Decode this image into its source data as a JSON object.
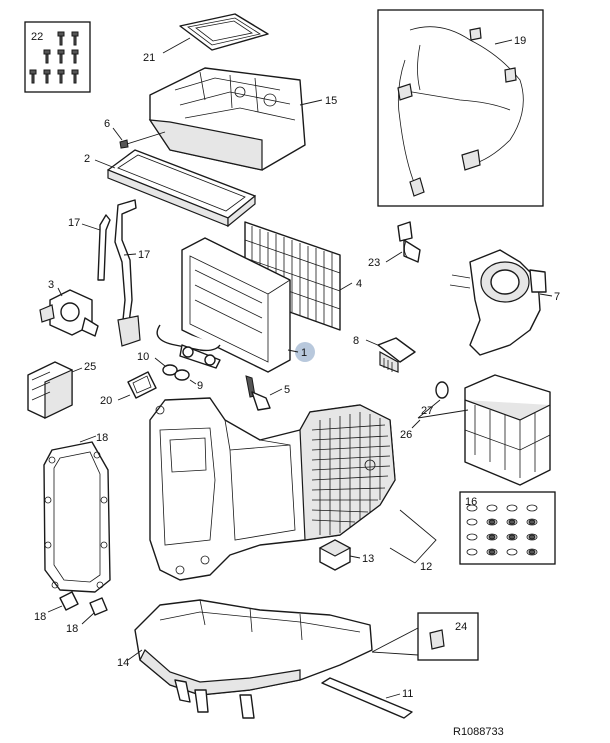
{
  "reference_code": "R1088733",
  "callouts": {
    "c1": "1",
    "c2": "2",
    "c3": "3",
    "c4": "4",
    "c5": "5",
    "c6": "6",
    "c7": "7",
    "c8": "8",
    "c9": "9",
    "c10": "10",
    "c11": "11",
    "c12": "12",
    "c13": "13",
    "c14": "14",
    "c15": "15",
    "c16": "16",
    "c17a": "17",
    "c17b": "17",
    "c18a": "18",
    "c18b": "18",
    "c18c": "18",
    "c19": "19",
    "c20": "20",
    "c21": "21",
    "c22": "22",
    "c23": "23",
    "c24": "24",
    "c25": "25",
    "c26": "26",
    "c27": "27"
  },
  "highlight_color": "#b8c8dc"
}
